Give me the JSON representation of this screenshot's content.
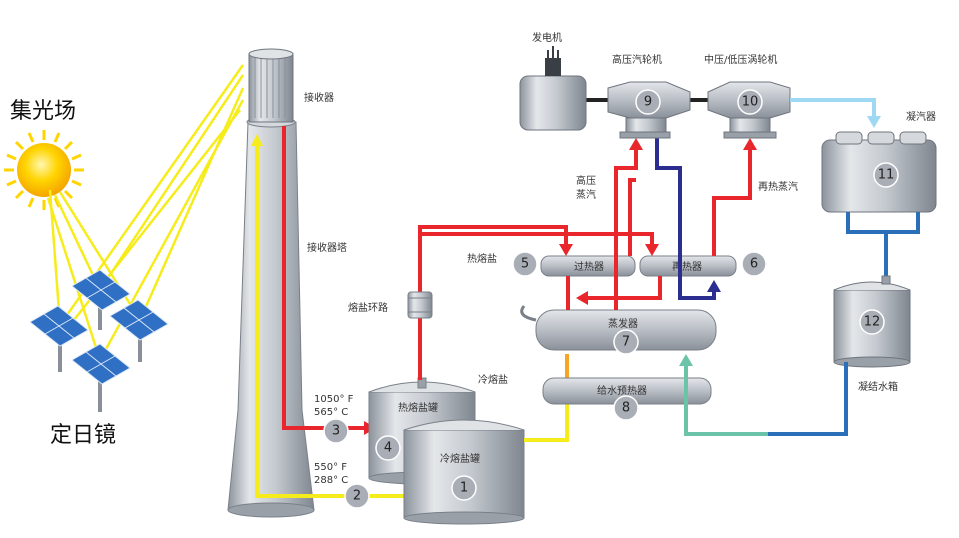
{
  "labels": {
    "heliostat_field": "集光场",
    "heliostat": "定日镜",
    "receiver": "接收器",
    "receiver_tower": "接收器塔",
    "salt_loop": "熔盐环路",
    "hot_salt": "热熔盐",
    "cold_salt": "冷熔盐",
    "generator": "发电机",
    "hp_turbine": "高压汽轮机",
    "mlp_turbine": "中压/低压涡轮机",
    "condenser": "凝汽器",
    "condensate_tank": "凝结水箱",
    "hp_steam": "高压\n蒸汽",
    "reheat_steam": "再热蒸汽",
    "superheater": "过热器",
    "reheater": "再热器",
    "evaporator": "蒸发器",
    "preheater": "给水预热器",
    "hot_tank": "热熔盐罐",
    "cold_tank": "冷熔盐罐",
    "hot_temp_f": "1050° F",
    "hot_temp_c": "565° C",
    "cold_temp_f": "550° F",
    "cold_temp_c": "288° C"
  },
  "badges": {
    "b1": "1",
    "b2": "2",
    "b3": "3",
    "b4": "4",
    "b5": "5",
    "b6": "6",
    "b7": "7",
    "b8": "8",
    "b9": "9",
    "b10": "10",
    "b11": "11",
    "b12": "12"
  },
  "colors": {
    "hot_salt": "#e8262b",
    "cold_salt": "#f7ec1b",
    "hp_steam_return": "#2b2e8f",
    "steam_to_condenser": "#9fd8f2",
    "condensate": "#2b6fb8",
    "feedwater": "#6cc4a8",
    "preheater_link": "#f5a623",
    "metal": "#b6bcc4"
  }
}
